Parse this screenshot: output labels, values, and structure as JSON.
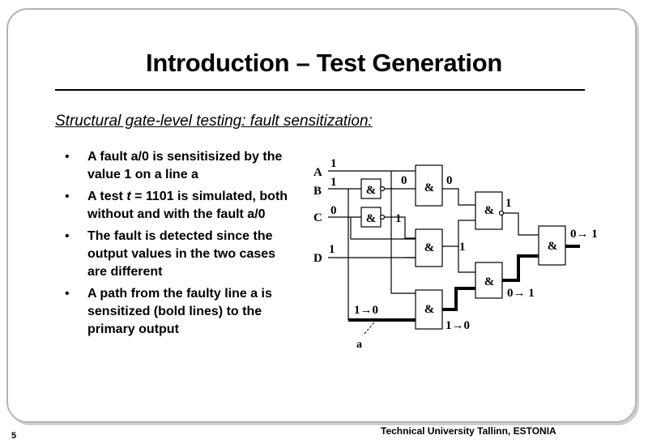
{
  "slide": {
    "title": "Introduction – Test Generation",
    "subtitle": "Structural gate-level testing: fault sensitization:",
    "bullets": [
      {
        "text": "A fault a/0 is sensitisized by the value 1 on a line a"
      },
      {
        "pre": "A test ",
        "italic": "t",
        "post": " = 1101 is simulated, both without and with the fault a/0"
      },
      {
        "text": "The fault is detected since the output values in the two cases are different"
      },
      {
        "text": "A path from the faulty line a is sensitized (bold lines) to the primary output"
      }
    ],
    "footer": "Technical University Tallinn, ESTONIA",
    "page_number": "5"
  },
  "circuit": {
    "inputs": {
      "A": "A",
      "B": "B",
      "C": "C",
      "D": "D"
    },
    "gate_symbol": "&",
    "fault_line": "a",
    "values": {
      "in_a": "1",
      "in_b": "1",
      "in_c": "0",
      "in_d": "1",
      "not1_out": "0",
      "not2_out": "1",
      "g3_out": "0",
      "g4_out": "1",
      "g5_out": "1",
      "g6_out": "0→ 1",
      "g7_out": "1→0",
      "fault_in": "1→0",
      "out": "0→ 1"
    },
    "colors": {
      "line": "#000000"
    }
  }
}
